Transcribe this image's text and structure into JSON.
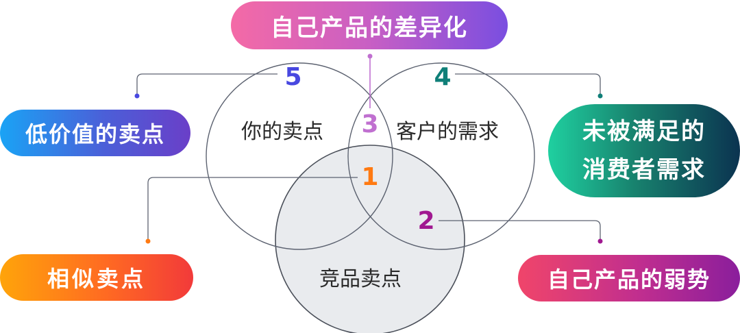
{
  "callouts": {
    "differentiation": "自己产品的差异化",
    "low_value": "低价值的卖点",
    "unmet_needs": [
      "未被满足的",
      "消费者需求"
    ],
    "similar": "相似卖点",
    "weakness": "自己产品的弱势"
  },
  "circles": {
    "your_selling_points": "你的卖点",
    "customer_needs": "客户的需求",
    "competitor_selling_points": "竞品卖点"
  },
  "region_numbers": {
    "n1": "1",
    "n2": "2",
    "n3": "3",
    "n4": "4",
    "n5": "5"
  },
  "colors": {
    "n1": "#ff7a12",
    "n2": "#a01890",
    "n3": "#c070d0",
    "n4": "#0f7f78",
    "n5": "#4848e0",
    "circle_stroke": "#5c6270",
    "competitor_fill": "#e9ebee"
  }
}
